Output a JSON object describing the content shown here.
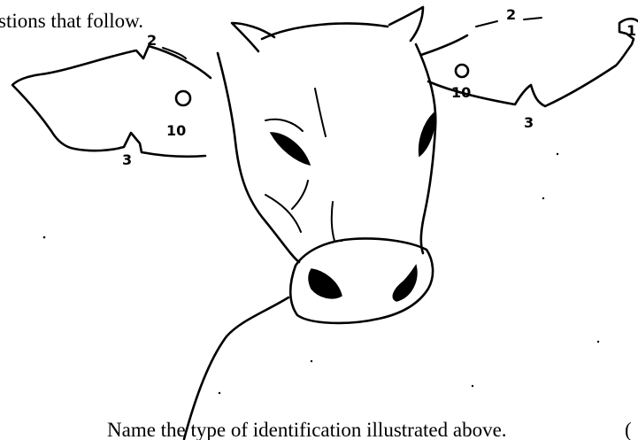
{
  "document": {
    "intro_fragment": "stions that follow.",
    "question_fragment": "Name the type of identification illustrated above.",
    "marks_fragment": "("
  },
  "figure": {
    "subject": "cow-head-ear-notching",
    "left_ear": {
      "hole_label": "10",
      "top_notch_label": "2",
      "bottom_notch_label": "3"
    },
    "right_ear": {
      "hole_label": "10",
      "top_notch_label": "2",
      "bottom_notch_label": "3",
      "tip_notch_label": "1"
    }
  },
  "colors": {
    "ink": "#000000",
    "paper": "#ffffff"
  }
}
